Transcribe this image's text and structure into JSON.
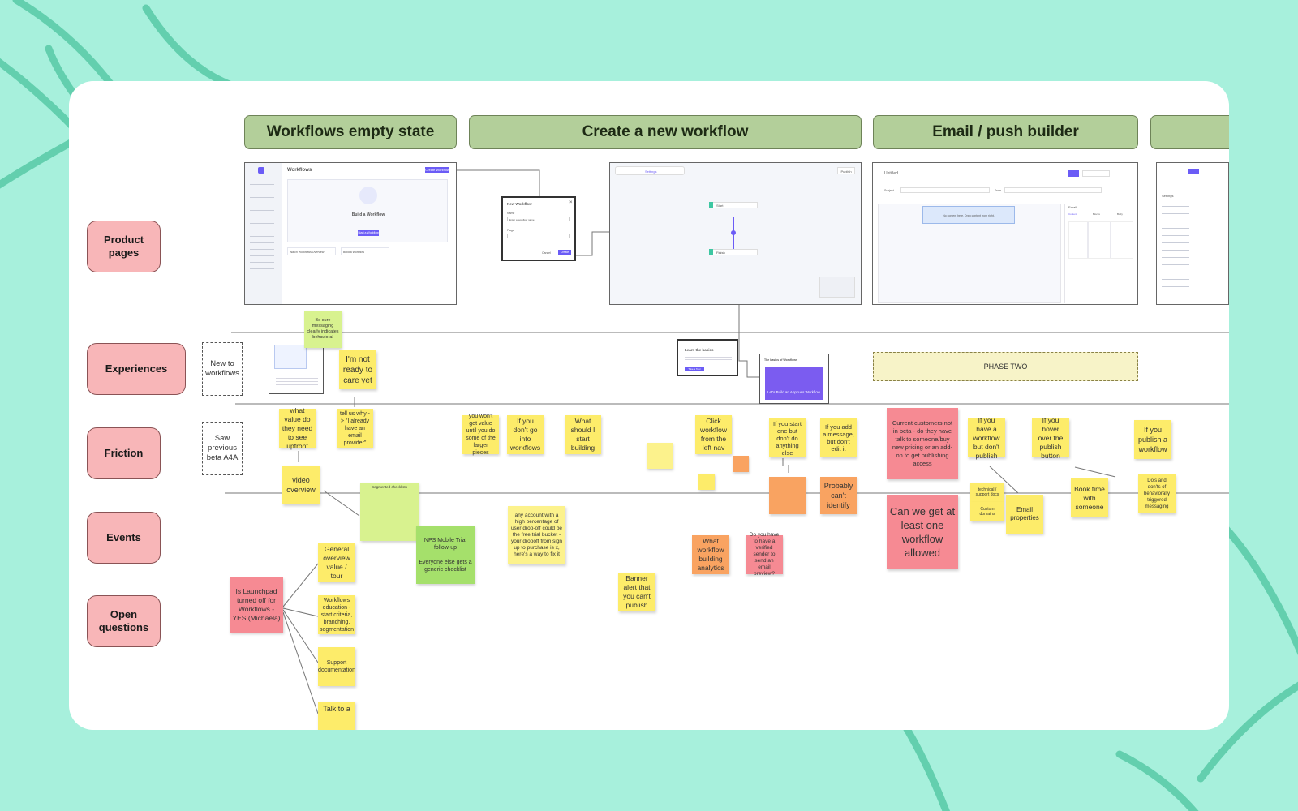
{
  "stages": [
    "Workflows empty state",
    "Create a new workflow",
    "Email / push builder"
  ],
  "lanes": [
    "Product pages",
    "Experiences",
    "Friction",
    "Events",
    "Open questions"
  ],
  "segments": {
    "experiences": "New to workflows",
    "friction": "Saw previous beta A4A"
  },
  "product_pages": {
    "empty_state": {
      "header": "Workflows",
      "create_button": "Create Workflow",
      "card_title": "Build a Workflow",
      "card_button": "Start a Workflow",
      "footer_items": [
        "Watch Workflows Overview",
        "Build a Workflow"
      ]
    },
    "new_workflow_modal": {
      "title": "New Workflow",
      "name_label": "Name",
      "name_placeholder": "Enter a workflow name",
      "flags_label": "Flags",
      "cancel": "Cancel",
      "create": "Create"
    },
    "builder": {
      "settings_tab": "Settings",
      "start_node": "Start",
      "finish_node": "Finish",
      "publish": "Publish"
    },
    "email": {
      "title": "Untitled",
      "subject_label": "Subject",
      "from_label": "From",
      "placeholder_banner": "No content here. Drag content from right.",
      "panel_title": "Email",
      "panel_tabs": [
        "Content",
        "Blocks",
        "Body"
      ]
    },
    "settings": {
      "title": "Settings"
    }
  },
  "experiences": {
    "phase_two": "PHASE TWO",
    "learn_card_title": "Learn the basics",
    "learn_card_button": "Take a Tour",
    "basics_card_title": "The basics of Workflows",
    "basics_card_banner": "Let's Build an Appcues Workflow"
  },
  "stickies": {
    "be_sure": "Be sure messaging clearly indicates behavioral",
    "not_ready": "I'm not ready to care yet",
    "what_value": "what value do they need to see upfront",
    "tell_us_why": "tell us why -> \"I already have an email provider\"",
    "you_wont_get": "you won't get value until you do some of the larger pieces",
    "dont_go_into": "If you don't go into workflows",
    "what_should": "What should I start building",
    "click_workflow": "Click workflow from the left nav",
    "start_one": "If you start one but don't do anything else",
    "add_message": "If you add a message, but don't edit it",
    "current_customers": "Current customers not in beta - do they have talk to someone/buy new pricing or an add-on to get publishing access",
    "have_workflow": "If you have a workflow but don't publish",
    "hover_publish": "If you hover over the publish button",
    "publish_workflow": "If you publish a workflow",
    "video_overview": "video overview",
    "probably": "Probably can't identify",
    "at_least_one": "Can we get at least one workflow allowed",
    "technical_docs": "technical / support docs",
    "custom_domains": "Custom domains",
    "email_properties": "Email properties",
    "book_time": "Book time with someone",
    "dos_donts": "Do's and don'ts of behaviorally triggered messaging",
    "segmented": "Segmented checklists",
    "nps_mobile": "NPS Mobile Trial follow-up",
    "everyone_else": "Everyone else gets a generic checklist",
    "any_account": "any account with a high percentage of user drop-off could be the free trial bucket - your dropoff from sign up to purchase is x, here's a way to fix it",
    "banner_alert": "Banner alert that you can't publish",
    "what_analytics": "What workflow building analytics",
    "verified_sender": "Do you have to have a verified sender to send an email preview?",
    "launchpad": "Is Launchpad turned off for Workflows - YES (Michaela)",
    "general_overview": "General overview value / tour",
    "workflows_education": "Workflows education - start criteria, branching, segmentation",
    "support_docs": "Support documentation",
    "talk_to": "Talk to a"
  }
}
